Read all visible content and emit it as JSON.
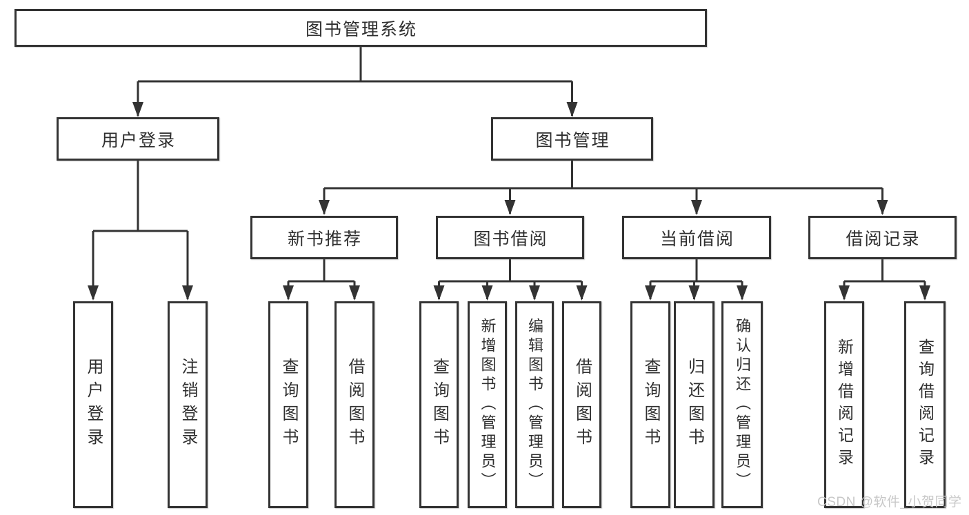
{
  "diagram": {
    "title": "图书管理系统",
    "nodes": {
      "root": {
        "label": "图书管理系统"
      },
      "login": {
        "label": "用户登录"
      },
      "book_mgmt": {
        "label": "图书管理"
      },
      "new_book": {
        "label": "新书推荐"
      },
      "book_borrow": {
        "label": "图书借阅"
      },
      "current_borrow": {
        "label": "当前借阅"
      },
      "borrow_records": {
        "label": "借阅记录"
      },
      "leaf_user_login": {
        "label": "用户登录"
      },
      "leaf_logout": {
        "label": "注销登录"
      },
      "leaf_nb_query": {
        "label": "查询图书"
      },
      "leaf_nb_borrow": {
        "label": "借阅图书"
      },
      "leaf_bb_query": {
        "label": "查询图书"
      },
      "leaf_bb_add": {
        "label": "新增图书（管理员）"
      },
      "leaf_bb_edit": {
        "label": "编辑图书（管理员）"
      },
      "leaf_bb_borrow": {
        "label": "借阅图书"
      },
      "leaf_cb_query": {
        "label": "查询图书"
      },
      "leaf_cb_return": {
        "label": "归还图书"
      },
      "leaf_cb_confirm": {
        "label": "确认归还（管理员）"
      },
      "leaf_br_add": {
        "label": "新增借阅记录"
      },
      "leaf_br_query": {
        "label": "查询借阅记录"
      }
    },
    "structure": [
      {
        "parent": "root",
        "children": [
          "login",
          "book_mgmt"
        ]
      },
      {
        "parent": "login",
        "children": [
          "leaf_user_login",
          "leaf_logout"
        ]
      },
      {
        "parent": "book_mgmt",
        "children": [
          "new_book",
          "book_borrow",
          "current_borrow",
          "borrow_records"
        ]
      },
      {
        "parent": "new_book",
        "children": [
          "leaf_nb_query",
          "leaf_nb_borrow"
        ]
      },
      {
        "parent": "book_borrow",
        "children": [
          "leaf_bb_query",
          "leaf_bb_add",
          "leaf_bb_edit",
          "leaf_bb_borrow"
        ]
      },
      {
        "parent": "current_borrow",
        "children": [
          "leaf_cb_query",
          "leaf_cb_return",
          "leaf_cb_confirm"
        ]
      },
      {
        "parent": "borrow_records",
        "children": [
          "leaf_br_add",
          "leaf_br_query"
        ]
      }
    ],
    "colors": {
      "line": "#333333",
      "box_border": "#333333",
      "text": "#2f2f2f",
      "background": "#ffffff",
      "watermark": "#c8c8c8"
    }
  },
  "watermark": {
    "text": "CSDN @软件_小贺同学"
  }
}
